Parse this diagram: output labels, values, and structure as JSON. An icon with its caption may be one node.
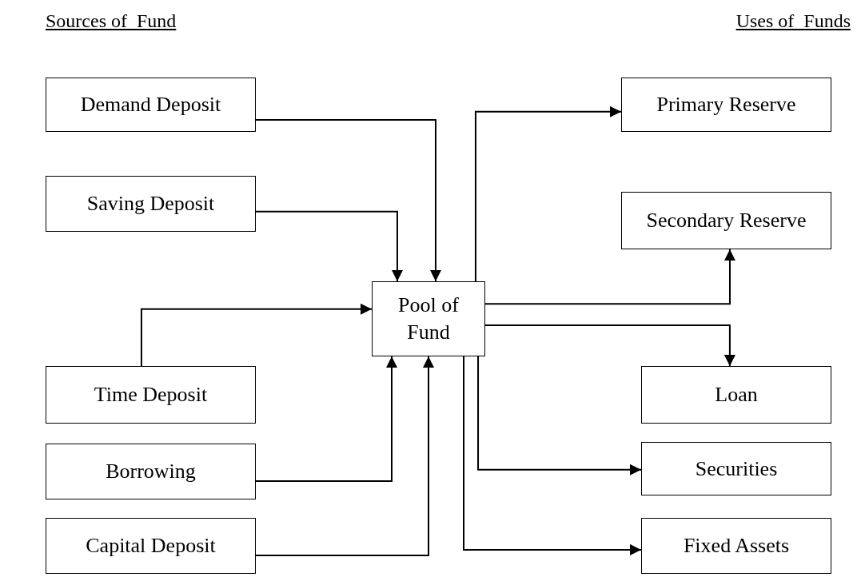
{
  "diagram": {
    "nodes": [
      {
        "text": [
          "Demand Deposit"
        ]
      },
      {
        "text": [
          "Saving Deposit"
        ]
      },
      {
        "text": [
          "Time Deposit"
        ]
      },
      {
        "text": [
          "Borrowing"
        ]
      },
      {
        "text": [
          "Capital Deposit"
        ]
      },
      {
        "text": [
          "Pool of Fund"
        ]
      },
      {
        "text": [
          "Primary Reserve"
        ]
      },
      {
        "text": [
          "Secondary Reserve"
        ]
      },
      {
        "text": [
          "Loan"
        ]
      },
      {
        "text": [
          "Securities"
        ]
      },
      {
        "text": [
          "Fixed Assets"
        ]
      }
    ],
    "edges": [
      {
        "from": 0,
        "to": 5,
        "arrow": "to"
      },
      {
        "from": 1,
        "to": 5,
        "arrow": "to"
      },
      {
        "from": 2,
        "to": 5,
        "arrow": "to"
      },
      {
        "from": 3,
        "to": 5,
        "arrow": "to"
      },
      {
        "from": 4,
        "to": 5,
        "arrow": "to"
      },
      {
        "from": 5,
        "to": 6,
        "arrow": "to"
      },
      {
        "from": 5,
        "to": 7,
        "arrow": "to"
      },
      {
        "from": 5,
        "to": 8,
        "arrow": "to"
      },
      {
        "from": 5,
        "to": 9,
        "arrow": "to"
      },
      {
        "from": 5,
        "to": 10,
        "arrow": "to"
      }
    ],
    "labels": [
      "Sources of  Fund",
      "Uses of  Funds"
    ]
  }
}
